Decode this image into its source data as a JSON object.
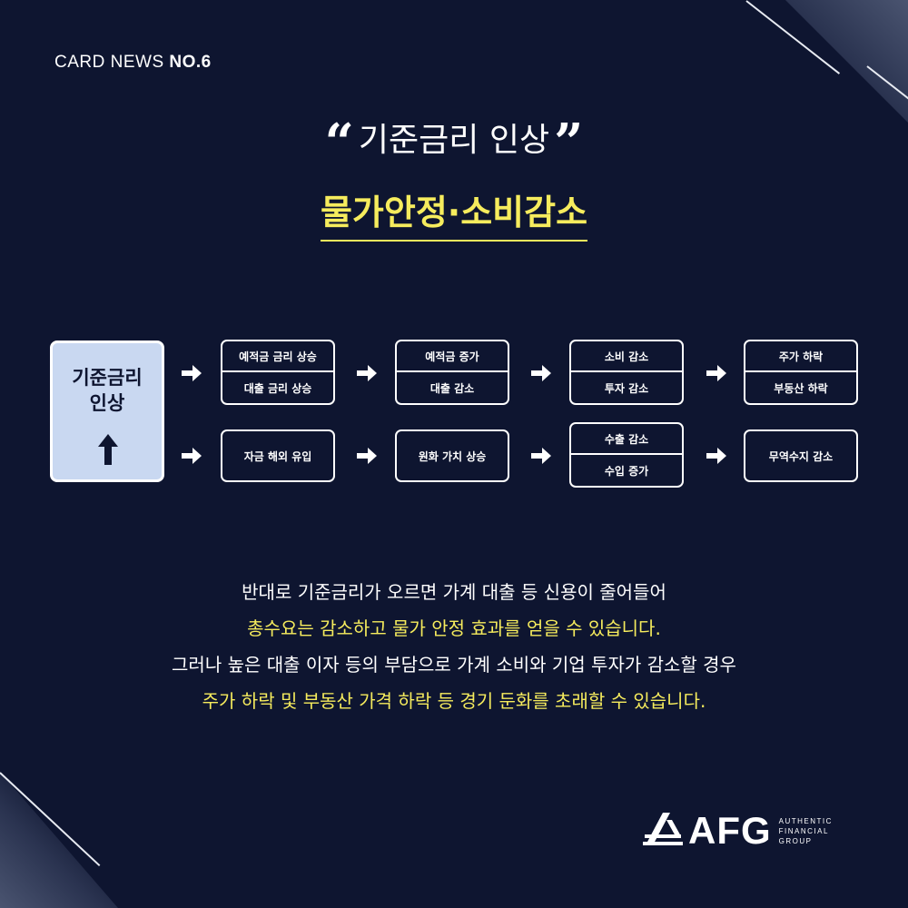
{
  "header": {
    "prefix": "CARD NEWS ",
    "number": "NO.6"
  },
  "title": {
    "open_quote": "“",
    "line1": "기준금리 인상",
    "close_quote": "”",
    "line2": "물가안정·소비감소"
  },
  "diagram": {
    "source": {
      "line1": "기준금리",
      "line2": "인상"
    },
    "row1": [
      {
        "top": "예적금 금리 상승",
        "bottom": "대출 금리 상승"
      },
      {
        "top": "예적금 증가",
        "bottom": "대출 감소"
      },
      {
        "top": "소비 감소",
        "bottom": "투자 감소"
      },
      {
        "top": "주가 하락",
        "bottom": "부동산 하락"
      }
    ],
    "row2": [
      {
        "label": "자금 해외 유입"
      },
      {
        "label": "원화 가치 상승"
      },
      {
        "top": "수출 감소",
        "bottom": "수입 증가"
      },
      {
        "label": "무역수지 감소"
      }
    ]
  },
  "body": [
    "반대로 기준금리가 오르면 가계 대출 등 신용이 줄어들어",
    "총수요는 감소하고 물가 안정 효과를 얻을 수 있습니다.",
    "그러나 높은 대출 이자 등의 부담으로 가계 소비와 기업 투자가 감소할 경우",
    "주가 하락 및 부동산 가격 하락 등 경기 둔화를 초래할 수 있습니다."
  ],
  "logo": {
    "name": "AFG",
    "sub1": "AUTHENTIC",
    "sub2": "FINANCIAL",
    "sub3": "GROUP"
  },
  "colors": {
    "background": "#0e1530",
    "accent": "#f6ec5d",
    "box_fill": "#c9d8f1"
  }
}
